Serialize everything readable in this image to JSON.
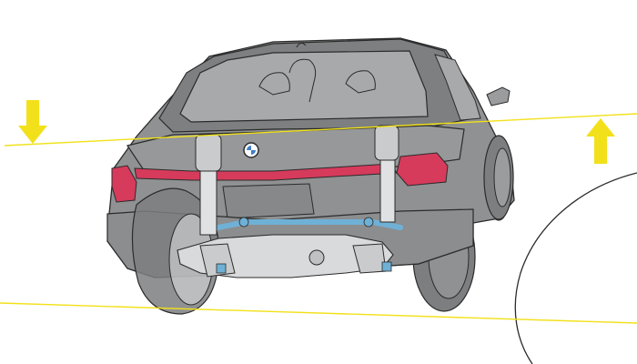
{
  "diagram": {
    "subject": "car-rear-suspension-roll-illustration",
    "arrows": [
      {
        "name": "down-arrow-icon",
        "direction": "down",
        "color": "#f2e11a"
      },
      {
        "name": "up-arrow-icon",
        "direction": "up",
        "color": "#f2e11a"
      }
    ]
  },
  "colors": {
    "background": "#ffffff",
    "body": "#8f9192",
    "body_dark": "#6f7173",
    "glass": "#a7a9ab",
    "outline": "#2b2b2b",
    "taillight": "#d63b5c",
    "guide_line": "#f2e11a",
    "stabilizer": "#6fb1d6",
    "subframe": "#d9dadb"
  }
}
